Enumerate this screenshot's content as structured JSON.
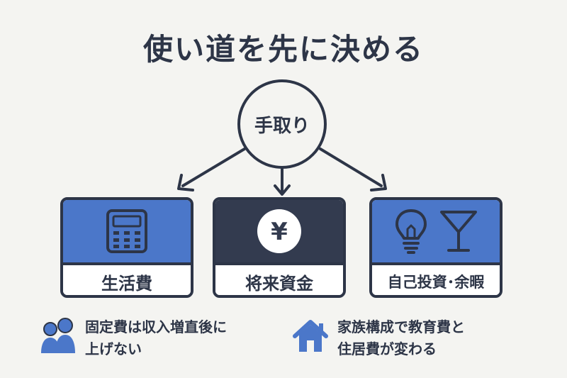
{
  "title": "使い道を先に決める",
  "center": {
    "label": "手取り"
  },
  "categories": [
    {
      "label": "生活費",
      "icon": "calculator-icon"
    },
    {
      "label": "将来資金",
      "icon": "yen-coin-icon"
    },
    {
      "label": "自己投資･余暇",
      "icons": [
        "light-bulb-icon",
        "cocktail-glass-icon"
      ]
    }
  ],
  "notes": [
    {
      "icon": "people-icon",
      "lines": [
        "固定費は収入増直後に",
        "上げない"
      ]
    },
    {
      "icon": "house-icon",
      "lines": [
        "家族構成で教育費と",
        "住居費が変わる"
      ]
    }
  ],
  "colors": {
    "navy": "#2d3547",
    "blue": "#4b77c9",
    "dark_panel": "#333b4f",
    "background": "#f4f4f1"
  }
}
